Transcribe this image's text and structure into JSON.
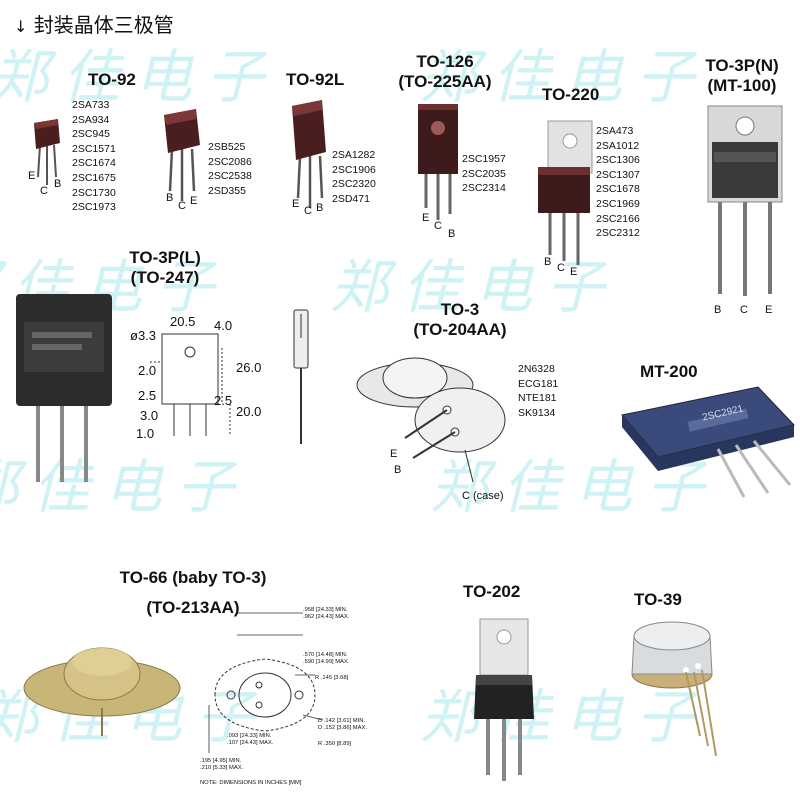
{
  "header": {
    "arrow": "↓",
    "title": "封装晶体三极管"
  },
  "watermark": {
    "text": "郑佳电子",
    "color": "#a8e8ec"
  },
  "packages": {
    "to92": {
      "title": "TO-92",
      "parts": [
        "2SA733",
        "2SA934",
        "2SC945",
        "2SC1571",
        "2SC1674",
        "2SC1675",
        "2SC1730",
        "2SC1973"
      ],
      "pins": [
        "E",
        "C",
        "B"
      ]
    },
    "to92_b": {
      "parts": [
        "2SB525",
        "2SC2086",
        "2SC2538",
        "2SD355"
      ],
      "pins": [
        "B",
        "C",
        "E"
      ]
    },
    "to92l": {
      "title": "TO-92L",
      "parts": [
        "2SA1282",
        "2SC1906",
        "2SC2320",
        "2SD471"
      ],
      "pins": [
        "E",
        "C",
        "B"
      ]
    },
    "to126": {
      "title_line1": "TO-126",
      "title_line2": "(TO-225AA)",
      "parts": [
        "2SC1957",
        "2SC2035",
        "2SC2314"
      ],
      "pins": [
        "E",
        "C",
        "B"
      ]
    },
    "to220": {
      "title": "TO-220",
      "parts": [
        "2SA473",
        "2SA1012",
        "2SC1306",
        "2SC1307",
        "2SC1678",
        "2SC1969",
        "2SC2166",
        "2SC2312"
      ],
      "pins": [
        "B",
        "C",
        "E"
      ]
    },
    "to3pn": {
      "title_line1": "TO-3P(N)",
      "title_line2": "(MT-100)",
      "pins": [
        "B",
        "C",
        "E"
      ]
    },
    "to3pl": {
      "title_line1": "TO-3P(L)",
      "title_line2": "(TO-247)",
      "dims": {
        "hole": "ø3.3",
        "w": "20.5",
        "t": "4.0",
        "a": "2.0",
        "h": "26.0",
        "b": "2.5",
        "c": "2.5",
        "p": "3.0",
        "l": "20.0",
        "d": "1.0"
      }
    },
    "to3": {
      "title_line1": "TO-3",
      "title_line2": "(TO-204AA)",
      "parts": [
        "2N6328",
        "ECG181",
        "NTE181",
        "SK9134"
      ],
      "pin_e": "E",
      "pin_b": "B",
      "case": "C (case)"
    },
    "mt200": {
      "title": "MT-200",
      "marking": "2SC2921"
    },
    "to66": {
      "title_line1": "TO-66 (baby TO-3)",
      "title_line2": "(TO-213AA)",
      "dims": {
        "d1": ".958 [24.33] MIN.",
        "d2": ".962 [24.43] MAX.",
        "d3": ".570 [14.48] MIN.",
        "d4": ".590 [14.99] MAX.",
        "r1": "R .145 [3.68]",
        "d5": ".093 [24.33] MIN.",
        "d6": ".107 [24.43] MAX.",
        "d7": "D .142 [3.61] MIN.",
        "d8": "D .152 [3.86] MAX.",
        "r2": "R .350 [8.89]",
        "d9": ".195 [4.95] MIN.",
        "d10": ".210 [5.33] MAX.",
        "note": "NOTE: DIMENSIONS IN INCHES [MM]"
      }
    },
    "to202": {
      "title": "TO-202"
    },
    "to39": {
      "title": "TO-39"
    }
  }
}
